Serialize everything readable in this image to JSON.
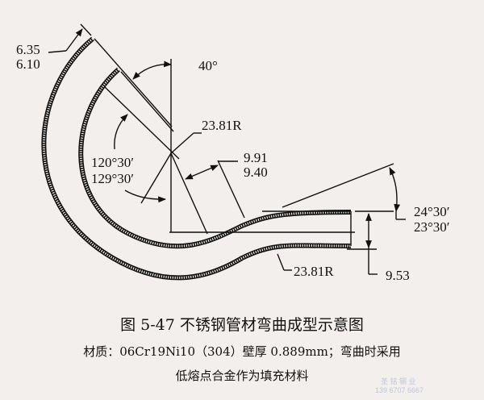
{
  "figure": {
    "caption_title": "图 5-47   不锈钢管材弯曲成型示意图",
    "caption_line1": "材质：06Cr19Ni10（304）壁厚 0.889mm；弯曲时采用",
    "caption_line2": "低熔点合金作为填充材料"
  },
  "dimensions": {
    "wall_top": "6.35",
    "wall_bottom": "6.10",
    "angle_top": "40°",
    "radius_center": "23.81R",
    "angle_a": "120°30′",
    "angle_b": "129°30′",
    "offset_top": "9.91",
    "offset_bottom": "9.40",
    "end_angle_top": "24°30′",
    "end_angle_bottom": "23°30′",
    "radius_lower": "23.81R",
    "tube_dia": "9.53"
  },
  "watermark": {
    "line1": "圣 铭 钢 业",
    "line2": "139 6707 6667"
  }
}
